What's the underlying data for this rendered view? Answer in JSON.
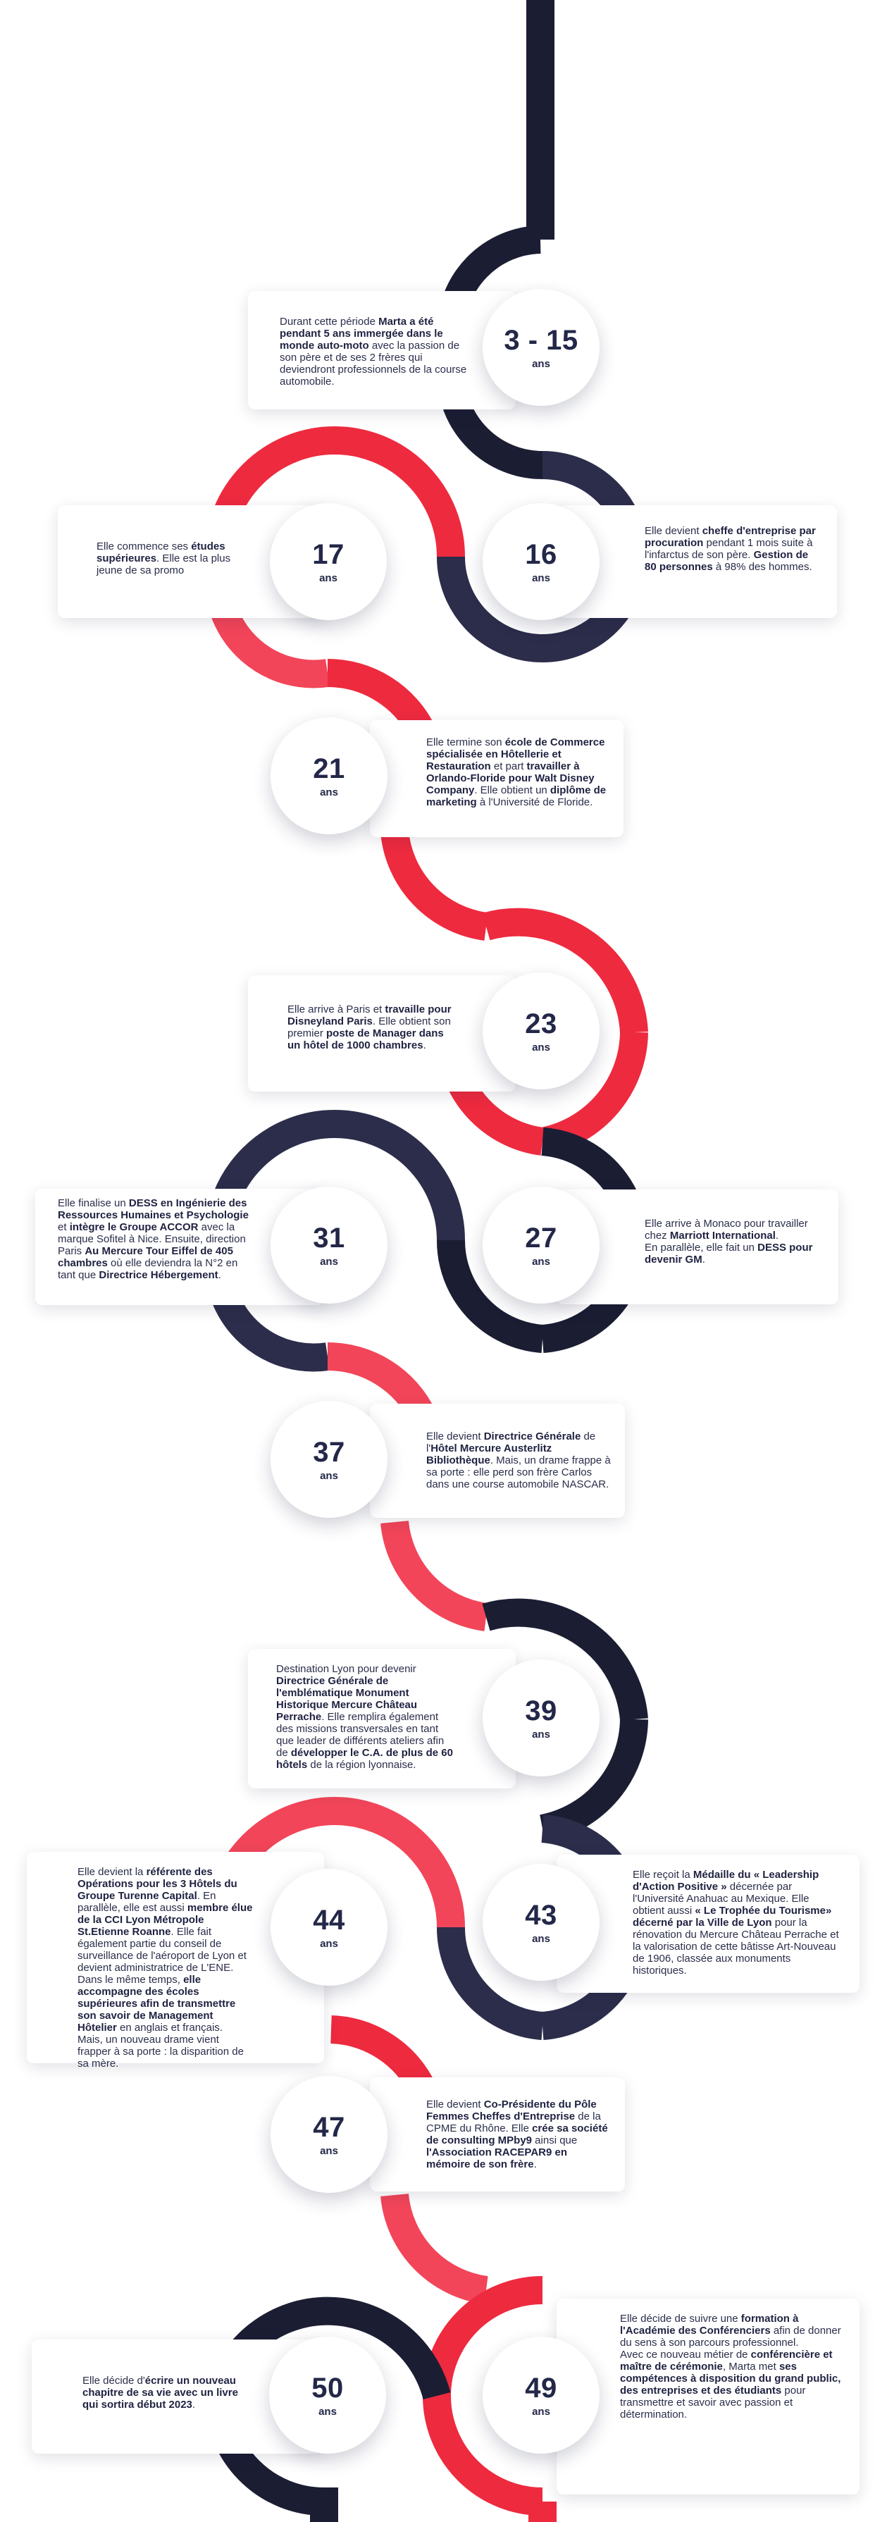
{
  "colors": {
    "navy": "#1b1d33",
    "slate": "#2b2d4a",
    "red": "#ee2a3f",
    "pink": "#f24559"
  },
  "unit": "ans",
  "milestones": [
    {
      "year": "3 - 15",
      "text": [
        {
          "t": "Durant cette période "
        },
        {
          "t": "Marta a été pendant 5 ans immergée dans le monde auto-moto",
          "b": true
        },
        {
          "t": " avec la passion de son père et de ses 2 frères qui deviendront professionnels de la course automobile."
        }
      ]
    },
    {
      "year": "17",
      "text": [
        {
          "t": "Elle commence ses "
        },
        {
          "t": "études supérieures",
          "b": true
        },
        {
          "t": ". Elle est la plus jeune de sa promo"
        }
      ]
    },
    {
      "year": "16",
      "text": [
        {
          "t": "Elle devient "
        },
        {
          "t": "cheffe d'entreprise par procuration",
          "b": true
        },
        {
          "t": " pendant 1 mois suite à l'infarctus de son père. "
        },
        {
          "t": "Gestion de 80 personnes",
          "b": true
        },
        {
          "t": " à 98% des hommes."
        }
      ]
    },
    {
      "year": "21",
      "text": [
        {
          "t": "Elle termine son "
        },
        {
          "t": "école de Commerce spécialisée en Hôtellerie et Restauration",
          "b": true
        },
        {
          "t": " et part "
        },
        {
          "t": "travailler à Orlando-Floride pour Walt Disney Company",
          "b": true
        },
        {
          "t": ". Elle obtient un "
        },
        {
          "t": "diplôme de marketing",
          "b": true
        },
        {
          "t": " à l'Université de Floride."
        }
      ]
    },
    {
      "year": "23",
      "text": [
        {
          "t": "Elle arrive à Paris et "
        },
        {
          "t": "travaille pour Disneyland Paris",
          "b": true
        },
        {
          "t": ". Elle obtient son premier "
        },
        {
          "t": "poste de Manager dans un hôtel de 1000 chambres",
          "b": true
        },
        {
          "t": "."
        }
      ]
    },
    {
      "year": "31",
      "text": [
        {
          "t": "Elle finalise un "
        },
        {
          "t": "DESS en Ingénierie des Ressources Humaines et Psychologie",
          "b": true
        },
        {
          "t": " et "
        },
        {
          "t": "intègre le Groupe ACCOR",
          "b": true
        },
        {
          "t": " avec la marque Sofitel à Nice. Ensuite, direction Paris "
        },
        {
          "t": "Au Mercure Tour Eiffel de 405 chambres",
          "b": true
        },
        {
          "t": " où elle deviendra la N°2 en tant que "
        },
        {
          "t": "Directrice Hébergement",
          "b": true
        },
        {
          "t": "."
        }
      ]
    },
    {
      "year": "27",
      "text": [
        {
          "t": "Elle arrive à Monaco pour travailler chez "
        },
        {
          "t": "Marriott International",
          "b": true
        },
        {
          "t": ".",
          "br": true
        },
        {
          "t": "En parallèle, elle fait un "
        },
        {
          "t": "DESS pour devenir GM",
          "b": true
        },
        {
          "t": "."
        }
      ]
    },
    {
      "year": "37",
      "text": [
        {
          "t": "Elle devient "
        },
        {
          "t": "Directrice Générale",
          "b": true
        },
        {
          "t": " de l'"
        },
        {
          "t": "Hôtel Mercure Austerlitz Bibliothèque",
          "b": true
        },
        {
          "t": ". Mais, un drame frappe à sa porte : elle perd son frère Carlos dans une course automobile NASCAR."
        }
      ]
    },
    {
      "year": "39",
      "text": [
        {
          "t": "Destination Lyon pour devenir "
        },
        {
          "t": "Directrice Générale de l'emblématique Monument Historique Mercure Château Perrache",
          "b": true
        },
        {
          "t": ". Elle remplira également des missions transversales en tant que leader de différents ateliers afin de "
        },
        {
          "t": "développer le C.A. de plus de 60 hôtels",
          "b": true
        },
        {
          "t": " de la région lyonnaise."
        }
      ]
    },
    {
      "year": "44",
      "text": [
        {
          "t": "Elle devient la "
        },
        {
          "t": "référente des Opérations pour les 3 Hôtels du Groupe Turenne Capital",
          "b": true
        },
        {
          "t": ". En parallèle, elle est aussi "
        },
        {
          "t": "membre élue de la CCI Lyon Métropole St.Etienne Roanne",
          "b": true
        },
        {
          "t": ". Elle fait également partie du conseil de surveillance de l'aéroport de Lyon et devient administratrice de L'ENE.",
          "br": true
        },
        {
          "t": "Dans le même temps, "
        },
        {
          "t": "elle accompagne des écoles supérieures afin de transmettre son savoir de Management Hôtelier",
          "b": true
        },
        {
          "t": " en anglais et français.",
          "br": true
        },
        {
          "t": "Mais, un nouveau drame vient frapper à sa porte : la disparition de sa mère."
        }
      ]
    },
    {
      "year": "43",
      "text": [
        {
          "t": "Elle reçoit la "
        },
        {
          "t": "Médaille du « Leadership d'Action Positive »",
          "b": true
        },
        {
          "t": " décernée par l'Université Anahuac au Mexique. Elle obtient aussi "
        },
        {
          "t": "« Le Trophée du Tourisme» décerné par la Ville de Lyon",
          "b": true
        },
        {
          "t": " pour la rénovation du Mercure Château Perrache et la valorisation de cette bâtisse Art-Nouveau de 1906, classée aux monuments historiques."
        }
      ]
    },
    {
      "year": "47",
      "text": [
        {
          "t": "Elle devient "
        },
        {
          "t": "Co-Présidente du Pôle Femmes Cheffes d'Entreprise",
          "b": true
        },
        {
          "t": " de la CPME du Rhône. Elle "
        },
        {
          "t": "crée sa société de consulting MPby9",
          "b": true
        },
        {
          "t": " ainsi que "
        },
        {
          "t": "l'Association RACEPAR9 en mémoire de son frère",
          "b": true
        },
        {
          "t": "."
        }
      ]
    },
    {
      "year": "50",
      "text": [
        {
          "t": "Elle décide d'"
        },
        {
          "t": "écrire un nouveau chapitre de sa vie avec un livre qui sortira début 2023",
          "b": true
        },
        {
          "t": "."
        }
      ]
    },
    {
      "year": "49",
      "text": [
        {
          "t": "Elle décide de suivre une "
        },
        {
          "t": "formation à l'Académie des Conférenciers",
          "b": true
        },
        {
          "t": " afin de donner du sens à son parcours professionnel.",
          "br": true
        },
        {
          "t": "Avec ce nouveau métier de "
        },
        {
          "t": "conférencière et maître de cérémonie",
          "b": true
        },
        {
          "t": ", Marta met "
        },
        {
          "t": "ses compétences à disposition du grand public, des entreprises et des étudiants",
          "b": true
        },
        {
          "t": " pour transmettre et savoir avec passion et détermination."
        }
      ]
    }
  ]
}
